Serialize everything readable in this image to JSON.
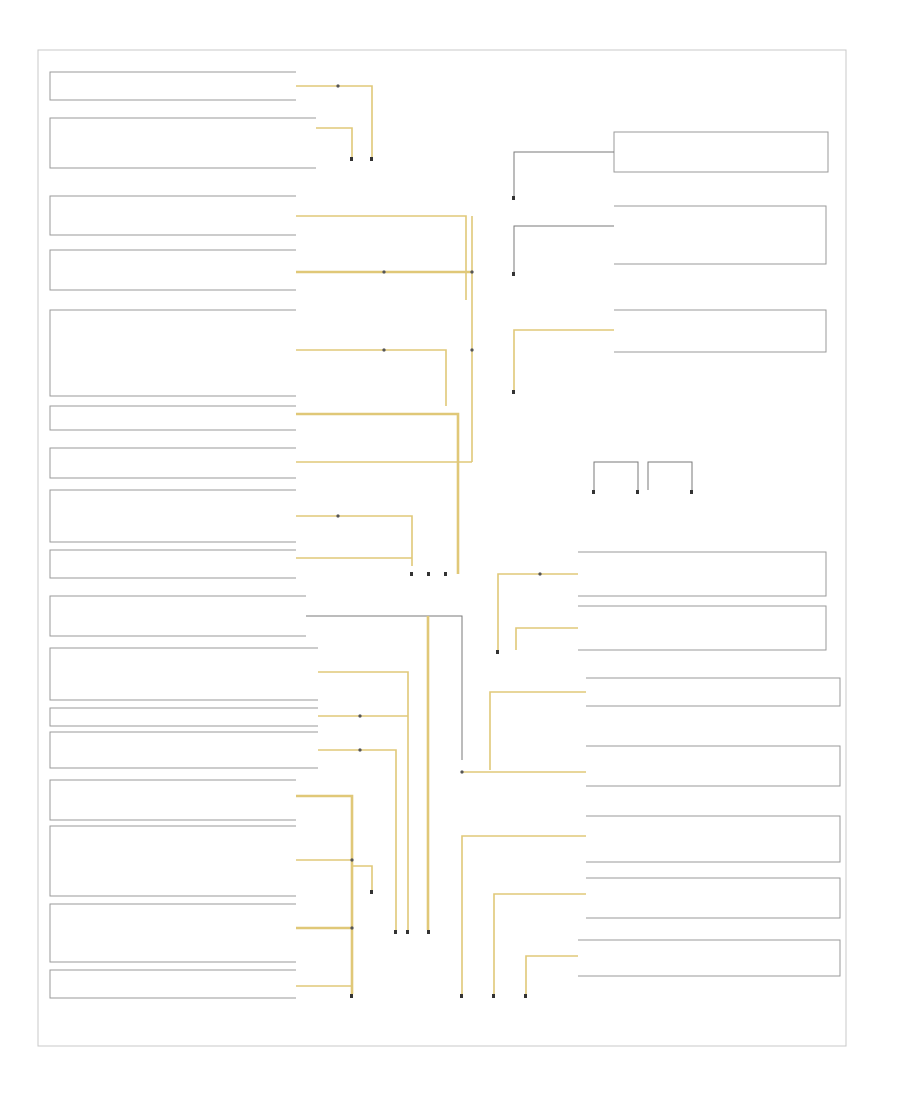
{
  "page_label": "",
  "grounds": [
    {
      "id": "g401",
      "label": "",
      "sublabel": ""
    },
    {
      "id": "g403",
      "label": "",
      "sublabel": ""
    },
    {
      "id": "g404",
      "label": "",
      "sublabel": ""
    },
    {
      "id": "g405",
      "label": "",
      "sublabel": ""
    },
    {
      "id": "g406",
      "label": "",
      "sublabel": ""
    }
  ],
  "modules_left": [
    {
      "lines": [
        ""
      ]
    },
    {
      "lines": [
        "",
        "",
        "",
        "",
        ""
      ]
    },
    {
      "lines": [
        "",
        ""
      ]
    },
    {
      "lines": [
        "",
        ""
      ]
    },
    {
      "lines": [
        "",
        "",
        "",
        "",
        "",
        "",
        "",
        "",
        "",
        ""
      ]
    },
    {
      "lines": [
        ""
      ]
    },
    {
      "lines": [
        "",
        ""
      ]
    },
    {
      "lines": [
        "",
        "",
        "",
        "",
        ""
      ]
    },
    {
      "lines": [
        ""
      ]
    },
    {
      "lines": [
        "",
        "",
        ""
      ]
    },
    {
      "lines": [
        "",
        "",
        "",
        "",
        ""
      ]
    },
    {
      "lines": [
        ""
      ]
    },
    {
      "lines": [
        "",
        ""
      ]
    },
    {
      "lines": [
        "",
        "",
        ""
      ]
    },
    {
      "lines": [
        "",
        "",
        "",
        "",
        "",
        "",
        "",
        ""
      ]
    },
    {
      "lines": [
        "",
        "",
        "",
        "",
        ""
      ]
    },
    {
      "lines": [
        "",
        ""
      ]
    }
  ],
  "modules_right": [
    {
      "lines": [
        ""
      ]
    },
    {
      "lines": [
        ""
      ]
    },
    {
      "lines": [
        ""
      ]
    },
    {
      "lines": [
        "",
        "",
        "",
        "",
        ""
      ]
    },
    {
      "lines": [
        ""
      ]
    },
    {
      "lines": [
        ""
      ]
    },
    {
      "lines": [
        "",
        "",
        ""
      ]
    },
    {
      "lines": [
        "",
        "",
        ""
      ]
    },
    {
      "lines": [
        "",
        "",
        "",
        ""
      ]
    },
    {
      "lines": [
        "",
        ""
      ]
    }
  ]
}
